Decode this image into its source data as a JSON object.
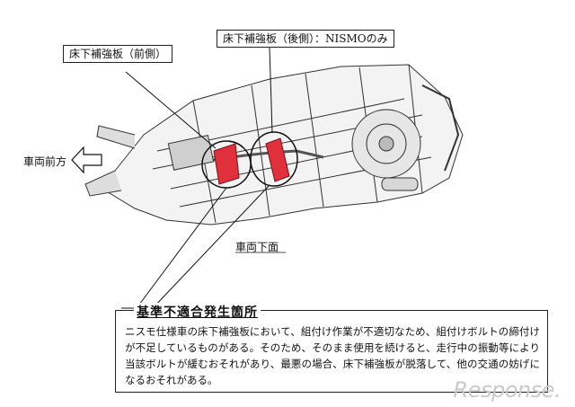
{
  "labels": {
    "front_plate": "床下補強板（前側）",
    "rear_plate": "床下補強板（後側）：NISMOのみ",
    "vehicle_front": "車両前方",
    "vehicle_underside": "車両下面"
  },
  "defect": {
    "heading": "基準不適合発生箇所",
    "description": "ニスモ仕様車の床下補強板において、組付け作業が不適切なため、組付けボルトの締付けが不足しているものがある。そのため、そのまま使用を続けると、走行中の振動等により当該ボルトが緩むおそれがあり、最悪の場合、床下補強板が脱落して、他の交通の妨げになるおそれがある。"
  },
  "watermark": "Response.",
  "colors": {
    "reinforcement_plate": "#e0303c",
    "line": "#222222"
  }
}
